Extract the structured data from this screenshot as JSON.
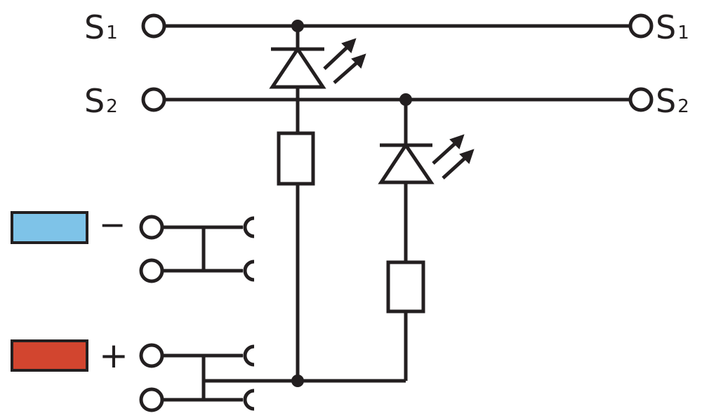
{
  "terminals": {
    "s1_left": {
      "letter": "S",
      "sub": "1"
    },
    "s2_left": {
      "letter": "S",
      "sub": "2"
    },
    "s1_right": {
      "letter": "S",
      "sub": "1"
    },
    "s2_right": {
      "letter": "S",
      "sub": "2"
    }
  },
  "polarity": {
    "minus": {
      "sign": "−",
      "color": "#7ec3e8"
    },
    "plus": {
      "sign": "+",
      "color": "#d2452f"
    }
  },
  "colors": {
    "line": "#231f20",
    "background": "#ffffff"
  },
  "components": [
    "led-s1",
    "led-s2",
    "resistor-s1",
    "resistor-s2"
  ]
}
